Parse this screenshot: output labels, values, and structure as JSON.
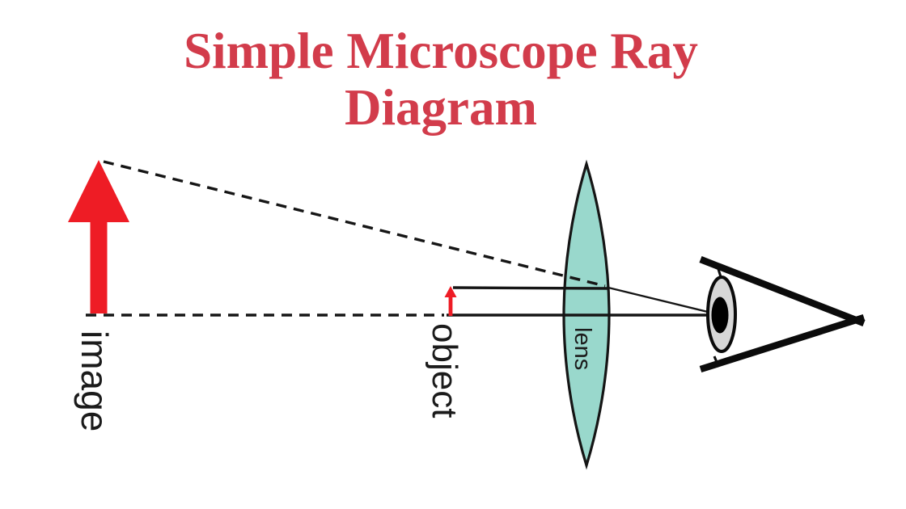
{
  "title": {
    "line1": "Simple Microscope Ray",
    "line2": "Diagram"
  },
  "labels": {
    "image": "image",
    "object": "object",
    "lens": "lens"
  },
  "icons": {
    "eye": "eye-icon",
    "image_arrow": "up-arrow-icon",
    "object_arrow": "up-arrow-icon"
  },
  "colors": {
    "title_red": "#d23c4b",
    "arrow_red": "#ee1c25",
    "lens_teal": "#99d8cc",
    "iris_gray": "#d7d7d7",
    "pupil_black": "#000000",
    "line_black": "#151515",
    "background": "#ffffff"
  }
}
